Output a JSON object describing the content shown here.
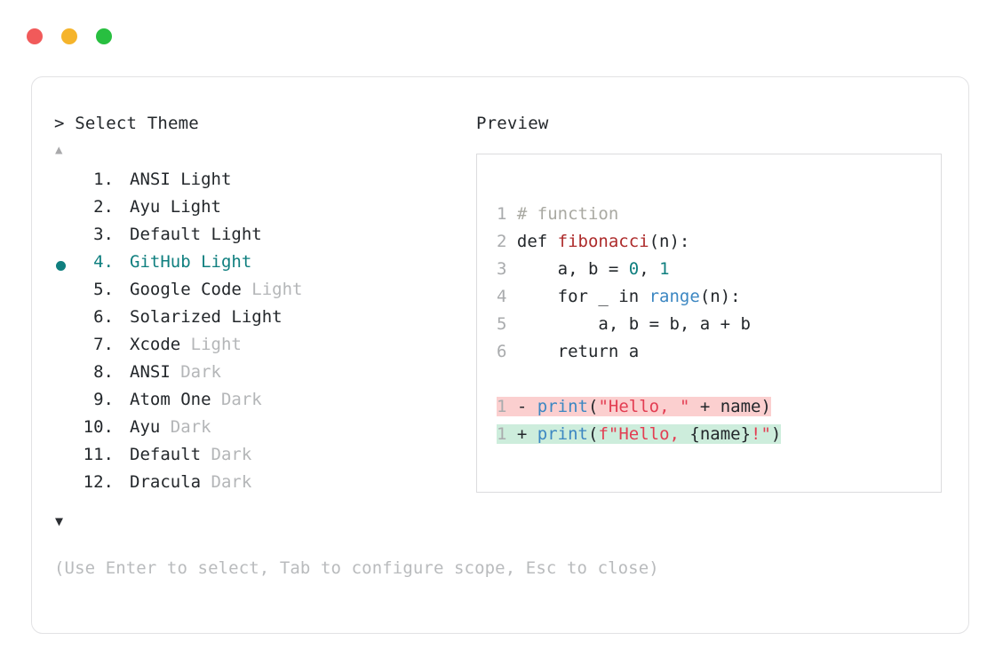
{
  "window": {
    "traffic_lights": [
      {
        "name": "close",
        "color": "#f15a5a"
      },
      {
        "name": "minimize",
        "color": "#f5b42b"
      },
      {
        "name": "maximize",
        "color": "#28bf40"
      }
    ]
  },
  "left_pane": {
    "prompt_heading": "> Select Theme",
    "scroll_up_glyph": "▲",
    "scroll_down_glyph": "▼",
    "selected_index": 4,
    "selected_bullet_color": "#0f7f7f",
    "items": [
      {
        "index": "1.",
        "name": "ANSI",
        "variant": "Light",
        "variant_dim": false,
        "selected": false
      },
      {
        "index": "2.",
        "name": "Ayu",
        "variant": "Light",
        "variant_dim": false,
        "selected": false
      },
      {
        "index": "3.",
        "name": "Default",
        "variant": "Light",
        "variant_dim": false,
        "selected": false
      },
      {
        "index": "4.",
        "name": "GitHub",
        "variant": "Light",
        "variant_dim": false,
        "selected": true
      },
      {
        "index": "5.",
        "name": "Google Code",
        "variant": "Light",
        "variant_dim": true,
        "selected": false
      },
      {
        "index": "6.",
        "name": "Solarized",
        "variant": "Light",
        "variant_dim": false,
        "selected": false
      },
      {
        "index": "7.",
        "name": "Xcode",
        "variant": "Light",
        "variant_dim": true,
        "selected": false
      },
      {
        "index": "8.",
        "name": "ANSI",
        "variant": "Dark",
        "variant_dim": true,
        "selected": false
      },
      {
        "index": "9.",
        "name": "Atom One",
        "variant": "Dark",
        "variant_dim": true,
        "selected": false
      },
      {
        "index": "10.",
        "name": "Ayu",
        "variant": "Dark",
        "variant_dim": true,
        "selected": false
      },
      {
        "index": "11.",
        "name": "Default",
        "variant": "Dark",
        "variant_dim": true,
        "selected": false
      },
      {
        "index": "12.",
        "name": "Dracula",
        "variant": "Dark",
        "variant_dim": true,
        "selected": false
      }
    ],
    "hint": "(Use Enter to select, Tab to configure scope, Esc to close)"
  },
  "right_pane": {
    "heading": "Preview",
    "code_lines": [
      {
        "ln": "1",
        "tokens": [
          {
            "t": "# function",
            "c": "comment"
          }
        ]
      },
      {
        "ln": "2",
        "tokens": [
          {
            "t": "def ",
            "c": "plain"
          },
          {
            "t": "fibonacci",
            "c": "func"
          },
          {
            "t": "(n):",
            "c": "plain"
          }
        ]
      },
      {
        "ln": "3",
        "tokens": [
          {
            "t": "    a, b = ",
            "c": "plain"
          },
          {
            "t": "0",
            "c": "num"
          },
          {
            "t": ", ",
            "c": "plain"
          },
          {
            "t": "1",
            "c": "num"
          }
        ]
      },
      {
        "ln": "4",
        "tokens": [
          {
            "t": "    for _ in ",
            "c": "plain"
          },
          {
            "t": "range",
            "c": "builtin"
          },
          {
            "t": "(n):",
            "c": "plain"
          }
        ]
      },
      {
        "ln": "5",
        "tokens": [
          {
            "t": "        a, b = b, a + b",
            "c": "plain"
          }
        ]
      },
      {
        "ln": "6",
        "tokens": [
          {
            "t": "    return a",
            "c": "plain"
          }
        ]
      }
    ],
    "diff_lines": [
      {
        "ln": "1",
        "marker": "-",
        "kind": "removed",
        "bg": "#fbcfcf",
        "tokens": [
          {
            "t": "print",
            "c": "builtin"
          },
          {
            "t": "(",
            "c": "plain"
          },
          {
            "t": "\"Hello, \"",
            "c": "str"
          },
          {
            "t": " + name)",
            "c": "plain"
          }
        ]
      },
      {
        "ln": "1",
        "marker": "+",
        "kind": "added",
        "bg": "#cdeddc",
        "tokens": [
          {
            "t": "print",
            "c": "builtin"
          },
          {
            "t": "(",
            "c": "plain"
          },
          {
            "t": "f\"Hello, ",
            "c": "str"
          },
          {
            "t": "{name}",
            "c": "plain"
          },
          {
            "t": "!\"",
            "c": "str"
          },
          {
            "t": ")",
            "c": "plain"
          }
        ]
      }
    ]
  },
  "palette": {
    "accent_teal": "#0f7f7f",
    "text": "#23272b",
    "dim": "#b4b6b8",
    "comment": "#a9a9a2",
    "func_red": "#ad2b2b",
    "string_red": "#e33d52",
    "builtin_blue": "#3c87c2",
    "border": "#e2e2e4"
  }
}
